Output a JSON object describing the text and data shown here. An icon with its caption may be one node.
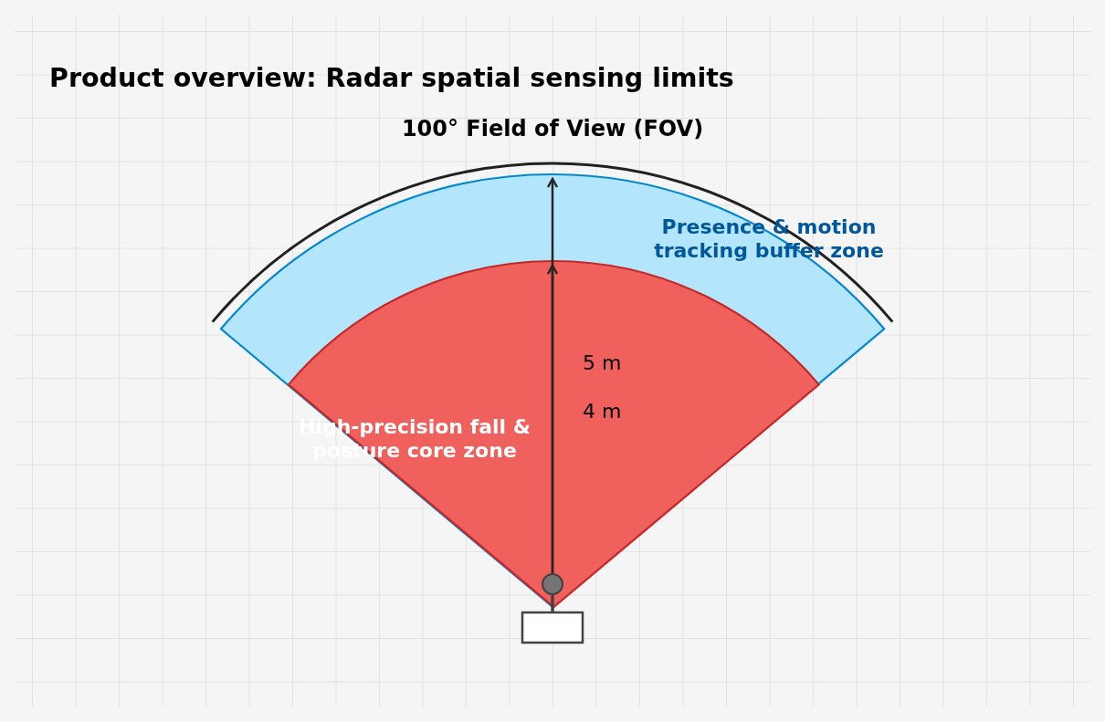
{
  "diagram": {
    "title": "Product overview: Radar spatial sensing limits",
    "nodes": [
      {
        "text": [
          "Presence & motion tracking buffer zone"
        ]
      },
      {
        "text": [
          "High-precision fall & posture core zone"
        ],
        "in": 0
      }
    ],
    "labels": [
      "100° Field of View (FOV)",
      "5 m",
      "4 m"
    ]
  }
}
